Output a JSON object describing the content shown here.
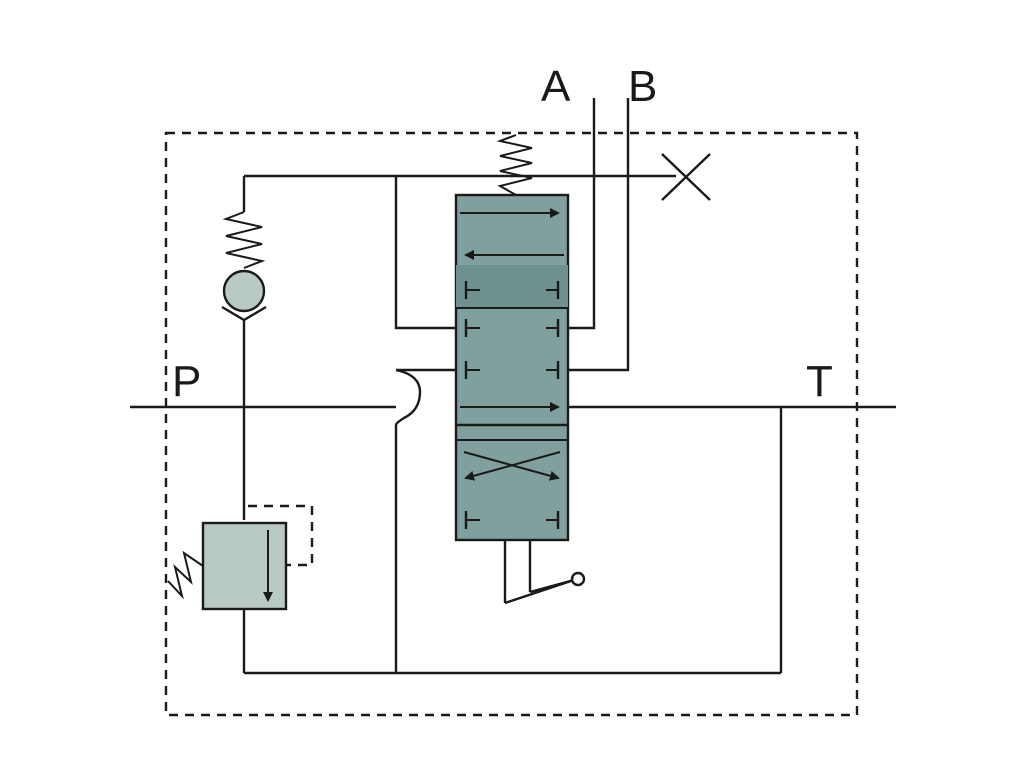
{
  "labels": {
    "port_a": "A",
    "port_b": "B",
    "port_p": "P",
    "port_t": "T"
  },
  "colors": {
    "line": "#1a1a1a",
    "valve_fill": "#7fa09d",
    "valve_fill_dark": "#6f918e",
    "relief_fill": "#b9c9c6",
    "check_fill": "#b9c9c6",
    "background": "#ffffff"
  },
  "components": {
    "directional_valve": "spool-valve",
    "relief_valve": "pressure-relief-valve",
    "check_valve": "spring-check-valve",
    "lever": "manual-lever",
    "plug": "blocked-port",
    "enclosure": "dashed-assembly-boundary"
  }
}
